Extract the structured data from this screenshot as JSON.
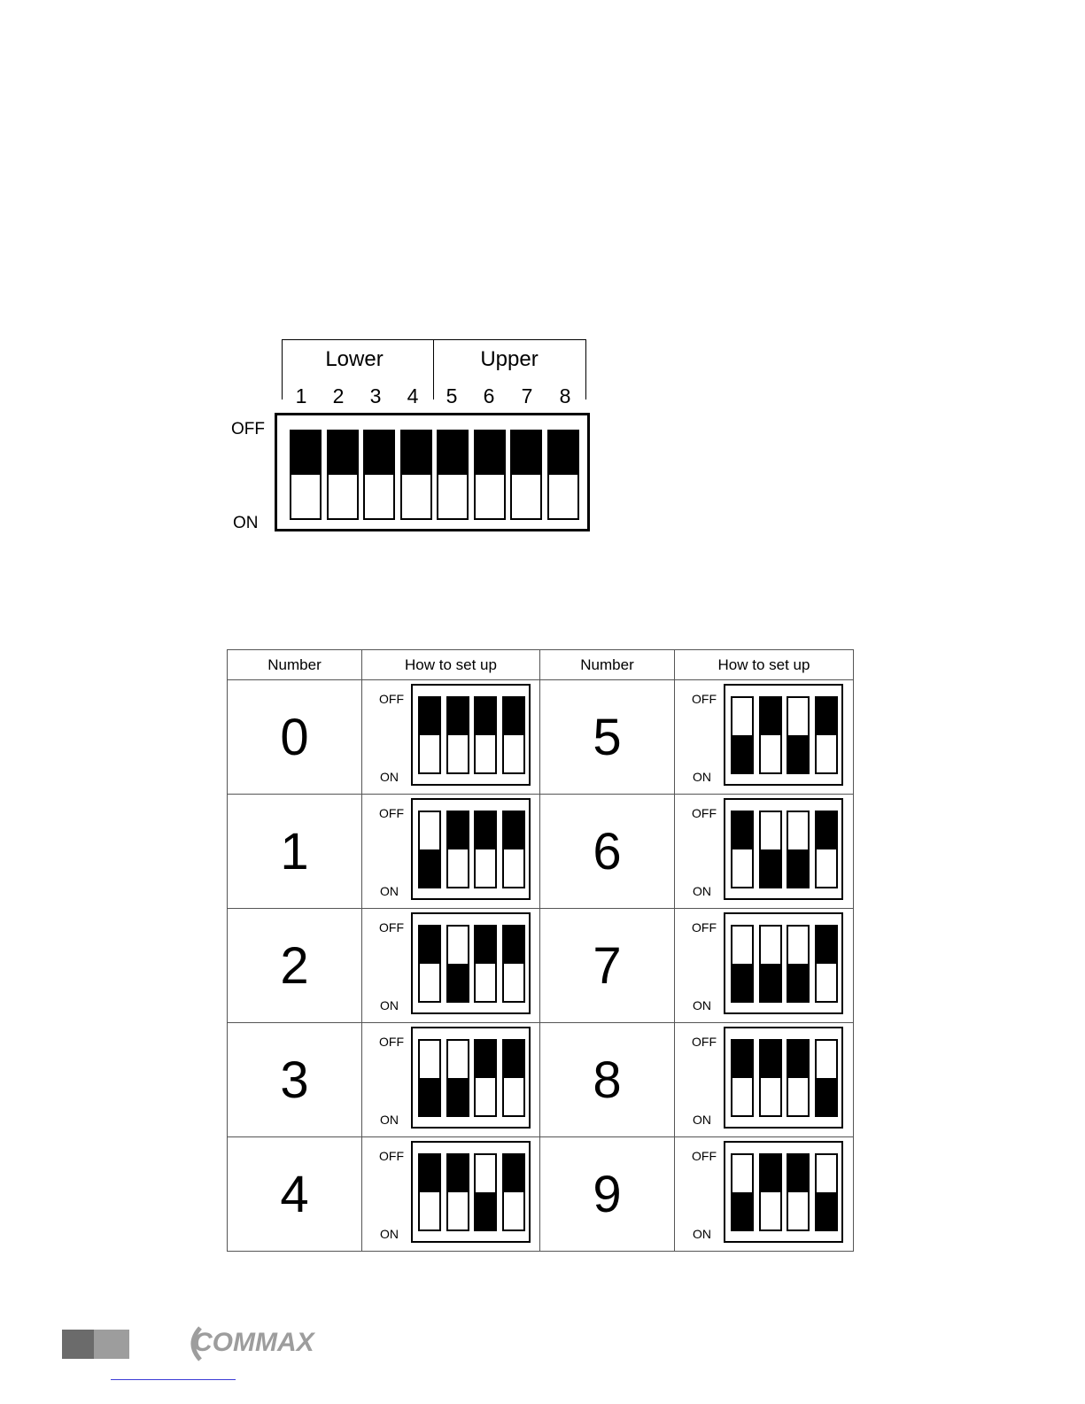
{
  "header_dip": {
    "group_labels": [
      "Lower",
      "Upper"
    ],
    "positions": [
      "1",
      "2",
      "3",
      "4",
      "5",
      "6",
      "7",
      "8"
    ],
    "off_label": "OFF",
    "on_label": "ON",
    "switch_states": [
      "off",
      "off",
      "off",
      "off",
      "off",
      "off",
      "off",
      "off"
    ]
  },
  "table": {
    "headers": [
      "Number",
      "How to set up",
      "Number",
      "How to set up"
    ],
    "off_label": "OFF",
    "on_label": "ON",
    "rows": [
      {
        "left": {
          "number": "0",
          "switches": [
            "off",
            "off",
            "off",
            "off"
          ]
        },
        "right": {
          "number": "5",
          "switches": [
            "on",
            "off",
            "on",
            "off"
          ]
        }
      },
      {
        "left": {
          "number": "1",
          "switches": [
            "on",
            "off",
            "off",
            "off"
          ]
        },
        "right": {
          "number": "6",
          "switches": [
            "off",
            "on",
            "on",
            "off"
          ]
        }
      },
      {
        "left": {
          "number": "2",
          "switches": [
            "off",
            "on",
            "off",
            "off"
          ]
        },
        "right": {
          "number": "7",
          "switches": [
            "on",
            "on",
            "on",
            "off"
          ]
        }
      },
      {
        "left": {
          "number": "3",
          "switches": [
            "on",
            "on",
            "off",
            "off"
          ]
        },
        "right": {
          "number": "8",
          "switches": [
            "off",
            "off",
            "off",
            "on"
          ]
        }
      },
      {
        "left": {
          "number": "4",
          "switches": [
            "off",
            "off",
            "on",
            "off"
          ]
        },
        "right": {
          "number": "9",
          "switches": [
            "on",
            "off",
            "off",
            "on"
          ]
        }
      }
    ]
  },
  "footer": {
    "brand": "COMMAX"
  }
}
